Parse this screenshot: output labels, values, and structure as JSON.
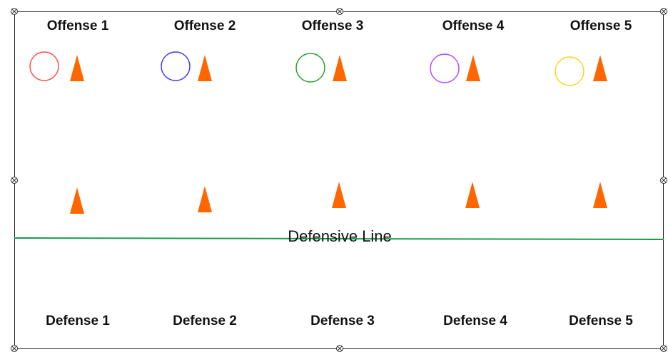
{
  "offense_labels": [
    "Offense 1",
    "Offense 2",
    "Offense 3",
    "Offense 4",
    "Offense 5"
  ],
  "defense_labels": [
    "Defense 1",
    "Defense 2",
    "Defense 3",
    "Defense 4",
    "Defense 5"
  ],
  "line_label": "Defensive Line",
  "colors": {
    "cone": "#ff6600",
    "line": "#1a9a4a",
    "border": "#222222",
    "players": [
      "#ff4d4d",
      "#3b3bff",
      "#2e9e2e",
      "#b24dff",
      "#ffd21f"
    ]
  }
}
